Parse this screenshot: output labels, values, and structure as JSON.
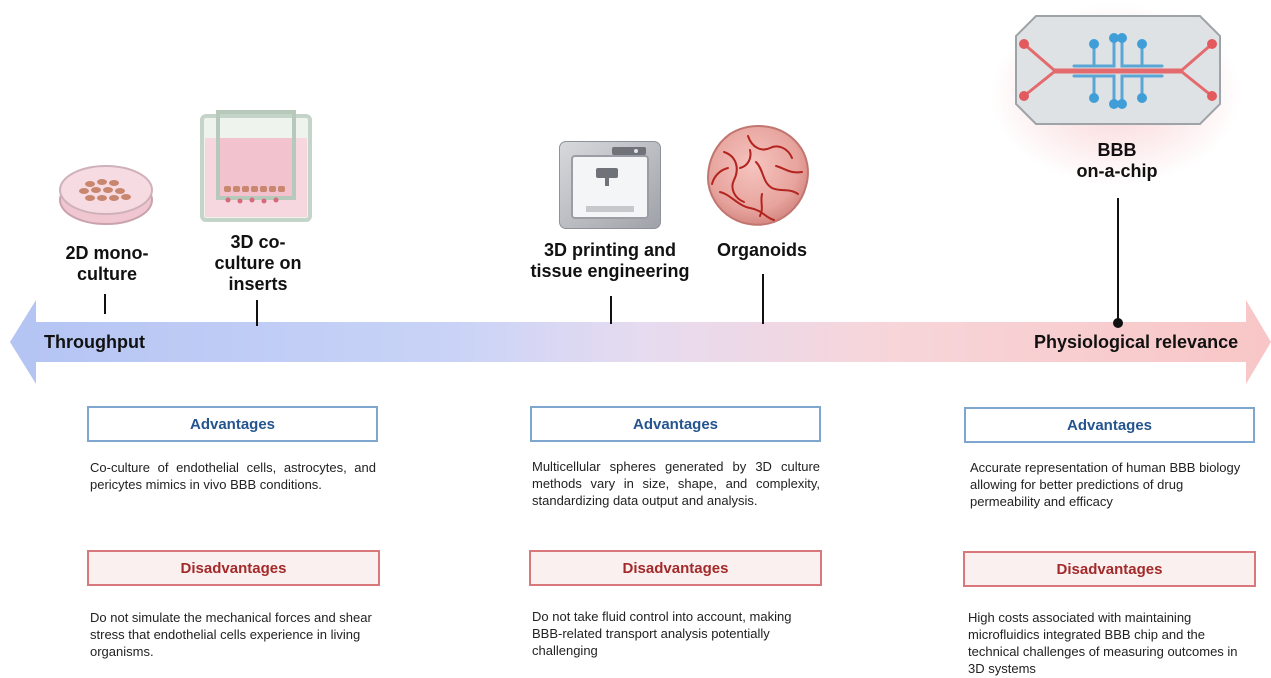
{
  "methods": {
    "mono": "2D mono-\nculture",
    "coculture": "3D co-\nculture on\ninserts",
    "printing": "3D printing and\ntissue engineering",
    "organoids": "Organoids",
    "chip": "BBB\non-a-chip"
  },
  "axis": {
    "left": "Throughput",
    "right": "Physiological relevance"
  },
  "columns": [
    {
      "advantages_title": "Advantages",
      "advantages_text": "Co-culture of endothelial cells, astrocytes, and pericytes mimics in vivo BBB conditions.",
      "disadvantages_title": "Disadvantages",
      "disadvantages_text": "Do not simulate the mechanical forces and shear stress that endothelial cells experience in living organisms."
    },
    {
      "advantages_title": "Advantages",
      "advantages_text": "Multicellular spheres generated by 3D culture methods vary in size, shape, and complexity, standardizing data output and analysis.",
      "disadvantages_title": "Disadvantages",
      "disadvantages_text": "Do not take fluid control into account, making BBB-related transport analysis potentially challenging"
    },
    {
      "advantages_title": "Advantages",
      "advantages_text": "Accurate representation of human BBB biology allowing for better predictions of drug permeability and efficacy",
      "disadvantages_title": "Disadvantages",
      "disadvantages_text": "High costs associated with maintaining microfluidics integrated BBB chip and the technical challenges of measuring outcomes in 3D systems"
    }
  ],
  "colors": {
    "axis_left": "#b9c8f2",
    "axis_right": "#f9cccc",
    "adv_border": "#7fa6cf",
    "adv_text": "#25558e",
    "dis_border": "#d9787a",
    "dis_text": "#a32a2a"
  },
  "icons": [
    "petri-dish-icon",
    "culture-insert-icon",
    "3d-printer-icon",
    "organoid-icon",
    "microfluidic-chip-icon"
  ]
}
